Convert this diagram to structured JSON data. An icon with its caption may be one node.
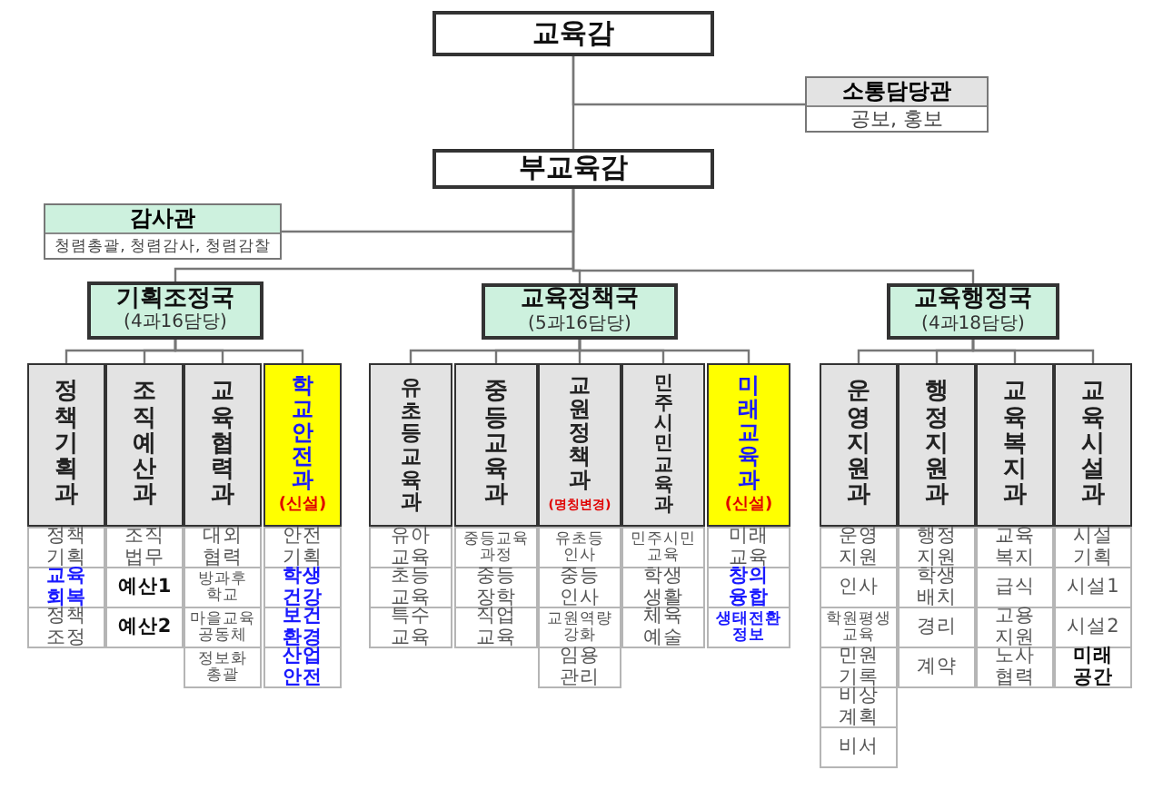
{
  "diagram": {
    "nodes": [
      {
        "text": [
          "교육감"
        ]
      },
      {
        "text": [
          "소통담당관",
          "공보, 홍보"
        ]
      },
      {
        "text": [
          "부교육감"
        ]
      },
      {
        "text": [
          "감사관",
          "청렴총괄, 청렴감사, 청렴감찰"
        ]
      },
      {
        "text": [
          "기획조정국",
          "(4과16담당)"
        ]
      },
      {
        "text": [
          "교육정책국",
          "(5과16담당)"
        ]
      },
      {
        "text": [
          "교육행정국",
          "(4과18담당)"
        ]
      },
      {
        "text": [
          "정책기획과"
        ],
        "beside": [
          "정책기획",
          "교육회복",
          "정책조정"
        ]
      },
      {
        "text": [
          "조직예산과"
        ],
        "beside": [
          "조직법무",
          "예산1",
          "예산2"
        ]
      },
      {
        "text": [
          "교육협력과"
        ],
        "beside": [
          "대외협력",
          "방과후학교",
          "마을교육공동체",
          "정보화총괄"
        ]
      },
      {
        "text": [
          "학교안전과",
          "(신설)"
        ],
        "beside": [
          "안전기획",
          "학생건강",
          "보건환경",
          "산업안전"
        ]
      },
      {
        "text": [
          "유초등교육과"
        ],
        "beside": [
          "유아교육",
          "초등교육",
          "특수교육"
        ]
      },
      {
        "text": [
          "중등교육과"
        ],
        "beside": [
          "중등교육과정",
          "중등장학",
          "직업교육"
        ]
      },
      {
        "text": [
          "교원정책과",
          "(명칭변경)"
        ],
        "beside": [
          "유초등인사",
          "중등인사",
          "교원역량강화",
          "임용관리"
        ]
      },
      {
        "text": [
          "민주시민교육과"
        ],
        "beside": [
          "민주시민교육",
          "학생생활",
          "체육예술"
        ]
      },
      {
        "text": [
          "미래교육과",
          "(신설)"
        ],
        "beside": [
          "미래교육",
          "창의융합",
          "생태전환정보"
        ]
      },
      {
        "text": [
          "운영지원과"
        ],
        "beside": [
          "운영지원",
          "인사",
          "학원평생교육",
          "민원기록",
          "비상계획",
          "비서"
        ]
      },
      {
        "text": [
          "행정지원과"
        ],
        "beside": [
          "행정지원",
          "학생배치",
          "경리",
          "계약"
        ]
      },
      {
        "text": [
          "교육복지과"
        ],
        "beside": [
          "교육복지",
          "급식",
          "고용지원",
          "노사협력"
        ]
      },
      {
        "text": [
          "교육시설과"
        ],
        "beside": [
          "시설기획",
          "시설1",
          "시설2",
          "미래공간"
        ]
      }
    ],
    "edges": [
      {
        "from": 0,
        "to": 2,
        "arrow": "none"
      },
      {
        "from": 0,
        "to": 1,
        "arrow": "none"
      },
      {
        "from": 2,
        "to": 3,
        "arrow": "none"
      },
      {
        "from": 2,
        "to": 4,
        "arrow": "none"
      },
      {
        "from": 2,
        "to": 5,
        "arrow": "none"
      },
      {
        "from": 2,
        "to": 6,
        "arrow": "none"
      },
      {
        "from": 4,
        "to": 7,
        "arrow": "none"
      },
      {
        "from": 4,
        "to": 8,
        "arrow": "none"
      },
      {
        "from": 4,
        "to": 9,
        "arrow": "none"
      },
      {
        "from": 4,
        "to": 10,
        "arrow": "none"
      },
      {
        "from": 5,
        "to": 11,
        "arrow": "none"
      },
      {
        "from": 5,
        "to": 12,
        "arrow": "none"
      },
      {
        "from": 5,
        "to": 13,
        "arrow": "none"
      },
      {
        "from": 5,
        "to": 14,
        "arrow": "none"
      },
      {
        "from": 5,
        "to": 15,
        "arrow": "none"
      },
      {
        "from": 6,
        "to": 16,
        "arrow": "none"
      },
      {
        "from": 6,
        "to": 17,
        "arrow": "none"
      },
      {
        "from": 6,
        "to": 18,
        "arrow": "none"
      },
      {
        "from": 6,
        "to": 19,
        "arrow": "none"
      }
    ]
  }
}
